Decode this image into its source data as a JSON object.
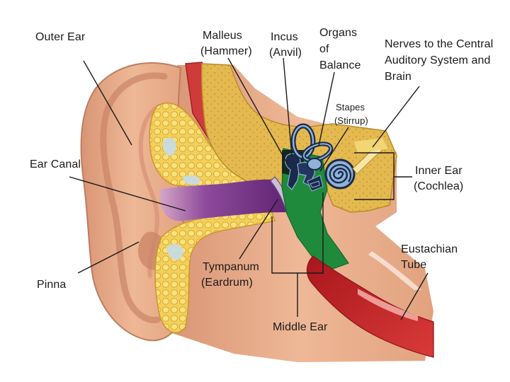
{
  "labels": {
    "outer_ear": "Outer Ear",
    "malleus_1": "Malleus",
    "malleus_2": "(Hammer)",
    "incus_1": "Incus",
    "incus_2": "(Anvil)",
    "balance_1": "Organs",
    "balance_2": "of",
    "balance_3": "Balance",
    "nerves_1": "Nerves to the Central",
    "nerves_2": "Auditory System and",
    "nerves_3": "Brain",
    "stapes_1": "Stapes",
    "stapes_2": "(Stirrup)",
    "ear_canal": "Ear Canal",
    "inner_1": "Inner Ear",
    "inner_2": "(Cochlea)",
    "eustachian_1": "Eustachian",
    "eustachian_2": "Tube",
    "pinna": "Pinna",
    "tympanum_1": "Tympanum",
    "tympanum_2": "(Eardrum)",
    "middle_ear": "Middle Ear"
  },
  "colors": {
    "skin": "#e8ad8a",
    "skin_dark": "#c98466",
    "cartilage": "#f2cc4c",
    "bone": "#dfb24a",
    "canal": "#7a3a8a",
    "middle_cavity": "#1f8a3c",
    "eustachian": "#c0272d",
    "cochlea": "#8fb2d8",
    "ossicle": "#1a2a4a"
  }
}
